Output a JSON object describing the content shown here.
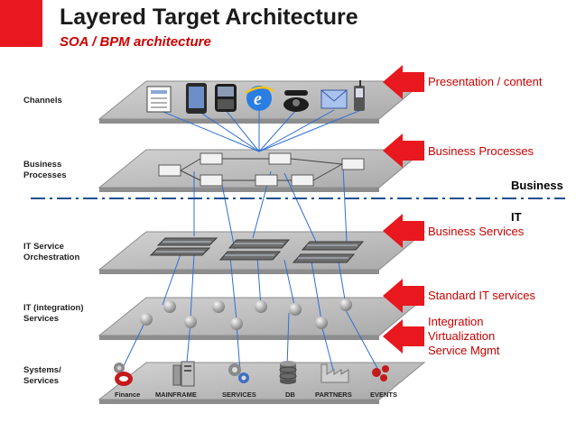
{
  "title": "Layered Target Architecture",
  "subtitle": "SOA / BPM architecture",
  "layers": {
    "channels": "Channels",
    "business_processes": [
      "Business",
      "Processes"
    ],
    "it_service_orchestration": [
      "IT Service",
      "Orchestration"
    ],
    "it_integration_services": [
      "IT (integration)",
      "Services"
    ],
    "systems_services": [
      "Systems/",
      "Services"
    ]
  },
  "right_labels": {
    "presentation": "Presentation / content",
    "business_processes": "Business Processes",
    "business_services": "Business Services",
    "standard_it": "Standard IT services",
    "integration": [
      "Integration",
      "Virtualization",
      "Service Mgmt"
    ]
  },
  "divider": {
    "above": "Business",
    "below": "IT"
  },
  "systems": [
    "Finance",
    "MAINFRAME",
    "SERVICES",
    "DB",
    "PARTNERS",
    "EVENTS"
  ],
  "channel_icons": [
    "form-icon",
    "mobile-phone-icon",
    "smartphone-icon",
    "web-browser-icon",
    "telephone-icon",
    "email-icon",
    "handheld-device-icon"
  ],
  "colors": {
    "accent": "#e8181e",
    "label_red": "#cc0000",
    "link_blue": "#2f6fd6",
    "divider": "#1f4f8f"
  }
}
